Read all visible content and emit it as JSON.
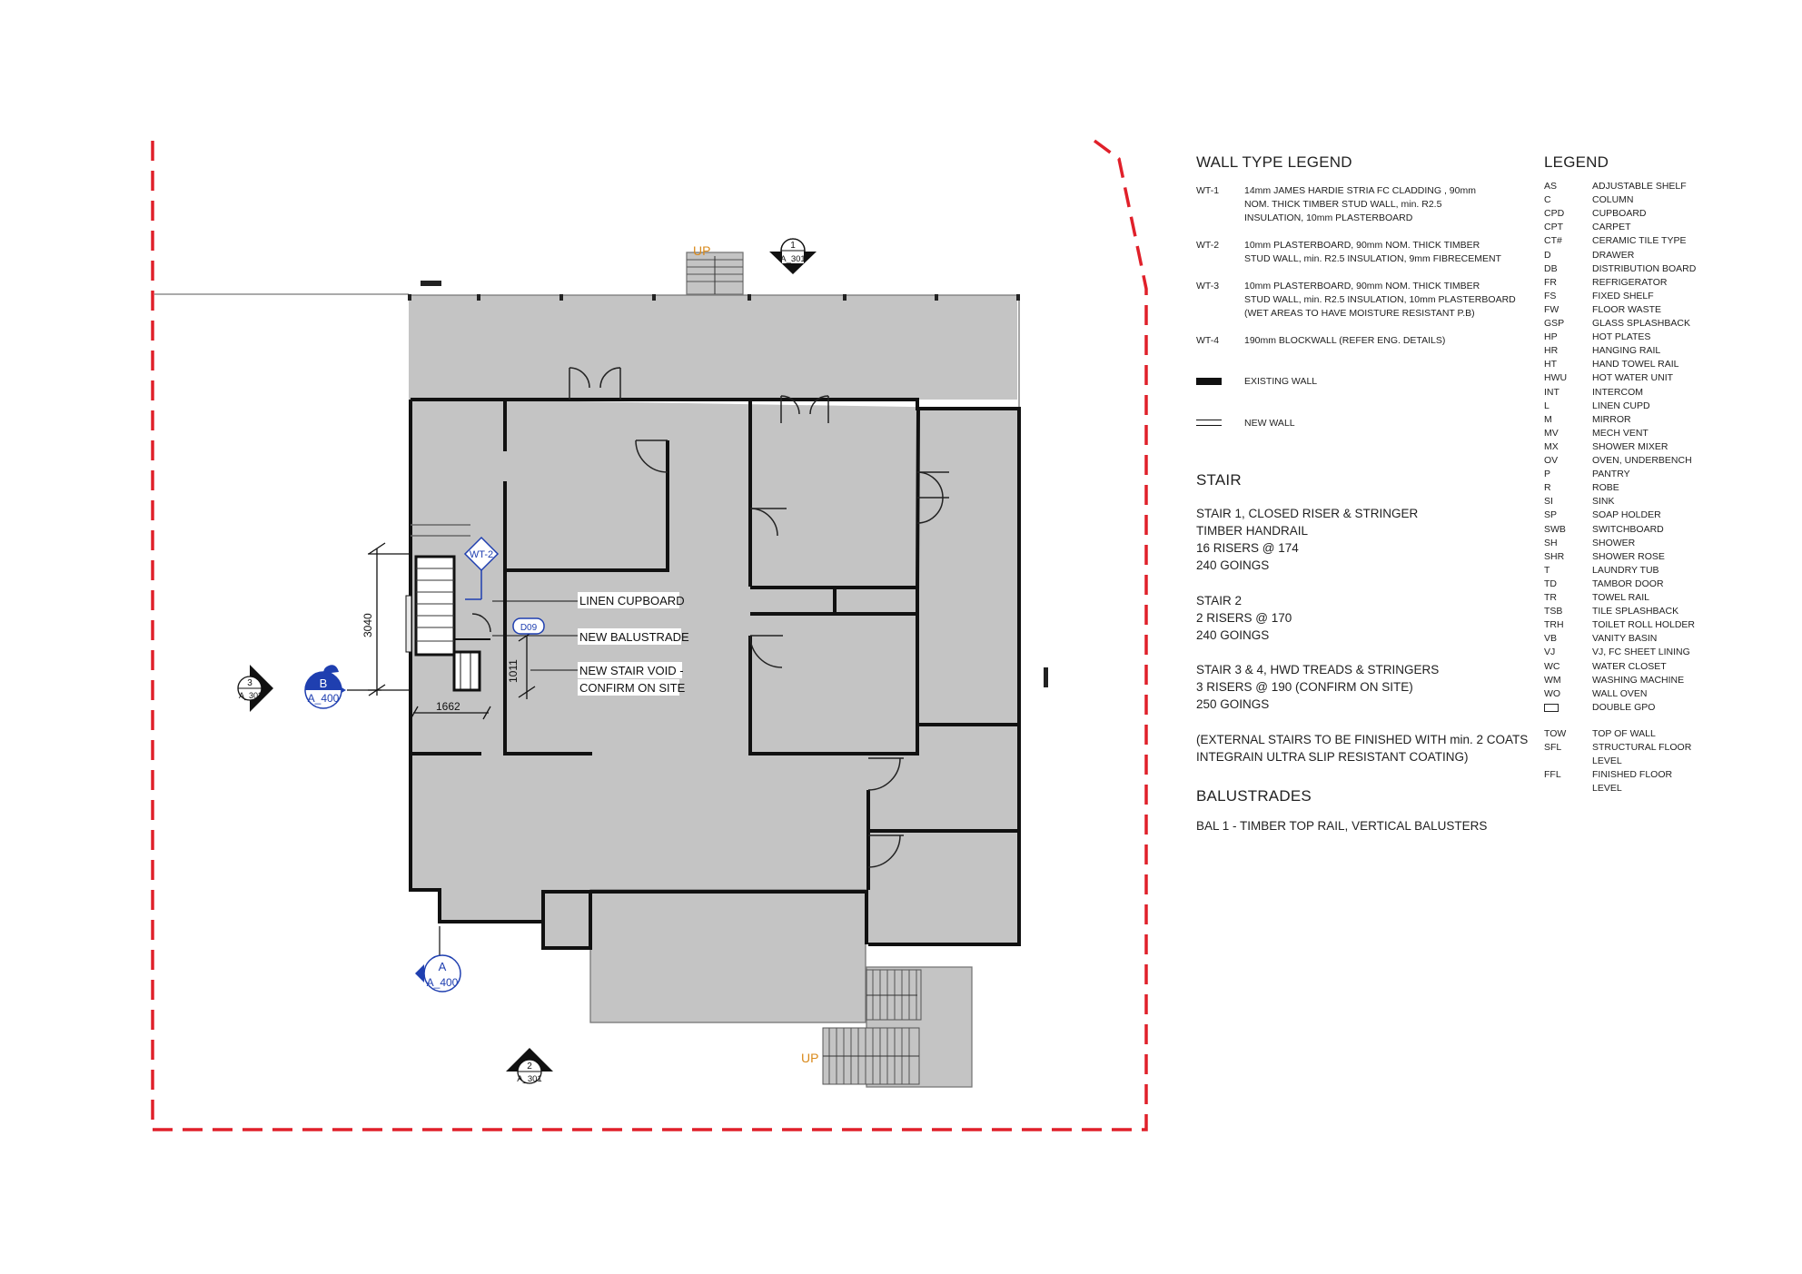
{
  "plan": {
    "labels": {
      "up_top": "UP",
      "up_bottom": "UP",
      "linen_cupboard": "LINEN CUPBOARD",
      "new_balustrade": "NEW BALUSTRADE",
      "new_stair_void_1": "NEW STAIR VOID -",
      "new_stair_void_2": "CONFIRM ON SITE",
      "wall_tag": "WT-2",
      "door_tag": "D09",
      "dim_3040": "3040",
      "dim_1011": "1011",
      "dim_1662": "1662"
    },
    "section_markers": [
      {
        "num": "1",
        "sheet": "A_301"
      },
      {
        "num": "2",
        "sheet": "A_301"
      },
      {
        "num": "3",
        "sheet": "A_302"
      }
    ],
    "elevation_markers": [
      {
        "letter": "B",
        "sheet": "A_400"
      },
      {
        "letter": "A",
        "sheet": "A_400"
      }
    ],
    "colors": {
      "site_boundary": "#e0202a",
      "floor_fill": "#c4c4c4",
      "wall": "#111111",
      "annotation_blue": "#1f3fb0",
      "up_orange": "#d9891a"
    }
  },
  "wall_type_legend": {
    "title": "WALL TYPE LEGEND",
    "items": [
      {
        "code": "WT-1",
        "lines": [
          "14mm JAMES HARDIE STRIA FC CLADDING , 90mm",
          "NOM. THICK TIMBER STUD WALL, min. R2.5",
          "INSULATION, 10mm PLASTERBOARD"
        ]
      },
      {
        "code": "WT-2",
        "lines": [
          "10mm PLASTERBOARD, 90mm NOM. THICK TIMBER",
          "STUD WALL, min. R2.5 INSULATION, 9mm FIBRECEMENT"
        ]
      },
      {
        "code": "WT-3",
        "lines": [
          "10mm PLASTERBOARD, 90mm NOM. THICK TIMBER",
          "STUD WALL, min. R2.5 INSULATION, 10mm PLASTERBOARD",
          "(WET AREAS TO HAVE MOISTURE RESISTANT P.B)"
        ]
      },
      {
        "code": "WT-4",
        "lines": [
          "190mm BLOCKWALL (REFER ENG. DETAILS)"
        ]
      }
    ],
    "existing_wall": "EXISTING WALL",
    "new_wall": "NEW WALL"
  },
  "stair": {
    "title": "STAIR",
    "blocks": [
      [
        "STAIR 1, CLOSED RISER & STRINGER",
        "TIMBER HANDRAIL",
        "16 RISERS @ 174",
        "240 GOINGS"
      ],
      [
        "STAIR 2",
        "2 RISERS @ 170",
        "240 GOINGS"
      ],
      [
        "STAIR 3 & 4, HWD TREADS & STRINGERS",
        "3 RISERS @ 190 (CONFIRM ON SITE)",
        "250 GOINGS"
      ],
      [
        "(EXTERNAL STAIRS TO BE FINISHED WITH min. 2 COATS",
        "INTEGRAIN ULTRA SLIP RESISTANT COATING)"
      ]
    ]
  },
  "balustrades": {
    "title": "BALUSTRADES",
    "text": "BAL 1 - TIMBER TOP RAIL, VERTICAL BALUSTERS"
  },
  "legend": {
    "title": "LEGEND",
    "items": [
      {
        "code": "AS",
        "desc": "ADJUSTABLE SHELF"
      },
      {
        "code": "C",
        "desc": "COLUMN"
      },
      {
        "code": "CPD",
        "desc": "CUPBOARD"
      },
      {
        "code": "CPT",
        "desc": "CARPET"
      },
      {
        "code": "CT#",
        "desc": "CERAMIC TILE TYPE"
      },
      {
        "code": "D",
        "desc": "DRAWER"
      },
      {
        "code": "DB",
        "desc": "DISTRIBUTION BOARD"
      },
      {
        "code": "FR",
        "desc": "REFRIGERATOR"
      },
      {
        "code": "FS",
        "desc": "FIXED SHELF"
      },
      {
        "code": "FW",
        "desc": "FLOOR WASTE"
      },
      {
        "code": "GSP",
        "desc": "GLASS SPLASHBACK"
      },
      {
        "code": "HP",
        "desc": "HOT PLATES"
      },
      {
        "code": "HR",
        "desc": "HANGING RAIL"
      },
      {
        "code": "HT",
        "desc": "HAND TOWEL RAIL"
      },
      {
        "code": "HWU",
        "desc": "HOT WATER UNIT"
      },
      {
        "code": "INT",
        "desc": "INTERCOM"
      },
      {
        "code": "L",
        "desc": "LINEN CUPD"
      },
      {
        "code": "M",
        "desc": "MIRROR"
      },
      {
        "code": "MV",
        "desc": "MECH VENT"
      },
      {
        "code": "MX",
        "desc": "SHOWER MIXER"
      },
      {
        "code": "OV",
        "desc": "OVEN, UNDERBENCH"
      },
      {
        "code": "P",
        "desc": "PANTRY"
      },
      {
        "code": "R",
        "desc": "ROBE"
      },
      {
        "code": "SI",
        "desc": "SINK"
      },
      {
        "code": "SP",
        "desc": "SOAP HOLDER"
      },
      {
        "code": "SWB",
        "desc": "SWITCHBOARD"
      },
      {
        "code": "SH",
        "desc": "SHOWER"
      },
      {
        "code": "SHR",
        "desc": "SHOWER ROSE"
      },
      {
        "code": "T",
        "desc": "LAUNDRY TUB"
      },
      {
        "code": "TD",
        "desc": "TAMBOR DOOR"
      },
      {
        "code": "TR",
        "desc": "TOWEL RAIL"
      },
      {
        "code": "TSB",
        "desc": "TILE SPLASHBACK"
      },
      {
        "code": "TRH",
        "desc": "TOILET ROLL HOLDER"
      },
      {
        "code": "VB",
        "desc": "VANITY BASIN"
      },
      {
        "code": "VJ",
        "desc": "VJ, FC SHEET LINING"
      },
      {
        "code": "WC",
        "desc": "WATER CLOSET"
      },
      {
        "code": "WM",
        "desc": "WASHING MACHINE"
      },
      {
        "code": "WO",
        "desc": "WALL OVEN"
      },
      {
        "code": "",
        "desc": "DOUBLE GPO"
      }
    ],
    "extra_items": [
      {
        "code": "TOW",
        "desc": "TOP OF WALL"
      },
      {
        "code": "SFL",
        "desc": "STRUCTURAL FLOOR LEVEL"
      },
      {
        "code": "FFL",
        "desc": "FINISHED FLOOR LEVEL"
      }
    ]
  }
}
